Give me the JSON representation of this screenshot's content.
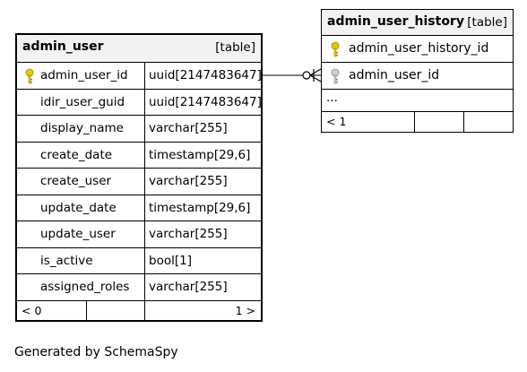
{
  "admin_user": {
    "name": "admin_user",
    "kind": "[table]",
    "columns": [
      {
        "name": "admin_user_id",
        "type": "uuid[2147483647]",
        "key": "primary"
      },
      {
        "name": "idir_user_guid",
        "type": "uuid[2147483647]"
      },
      {
        "name": "display_name",
        "type": "varchar[255]"
      },
      {
        "name": "create_date",
        "type": "timestamp[29,6]"
      },
      {
        "name": "create_user",
        "type": "varchar[255]"
      },
      {
        "name": "update_date",
        "type": "timestamp[29,6]"
      },
      {
        "name": "update_user",
        "type": "varchar[255]"
      },
      {
        "name": "is_active",
        "type": "bool[1]"
      },
      {
        "name": "assigned_roles",
        "type": "varchar[255]"
      }
    ],
    "footer_left": "< 0",
    "footer_right": "1 >"
  },
  "admin_user_history": {
    "name": "admin_user_history",
    "kind": "[table]",
    "columns": [
      {
        "name": "admin_user_history_id",
        "key": "primary"
      },
      {
        "name": "admin_user_id",
        "key": "foreign"
      }
    ],
    "more": "...",
    "footer_left": "< 1"
  },
  "colors": {
    "primary_key": "#e6c800",
    "foreign_key": "#b5b5b5",
    "header_bg": "#f2f2f2"
  },
  "caption": "Generated by SchemaSpy"
}
